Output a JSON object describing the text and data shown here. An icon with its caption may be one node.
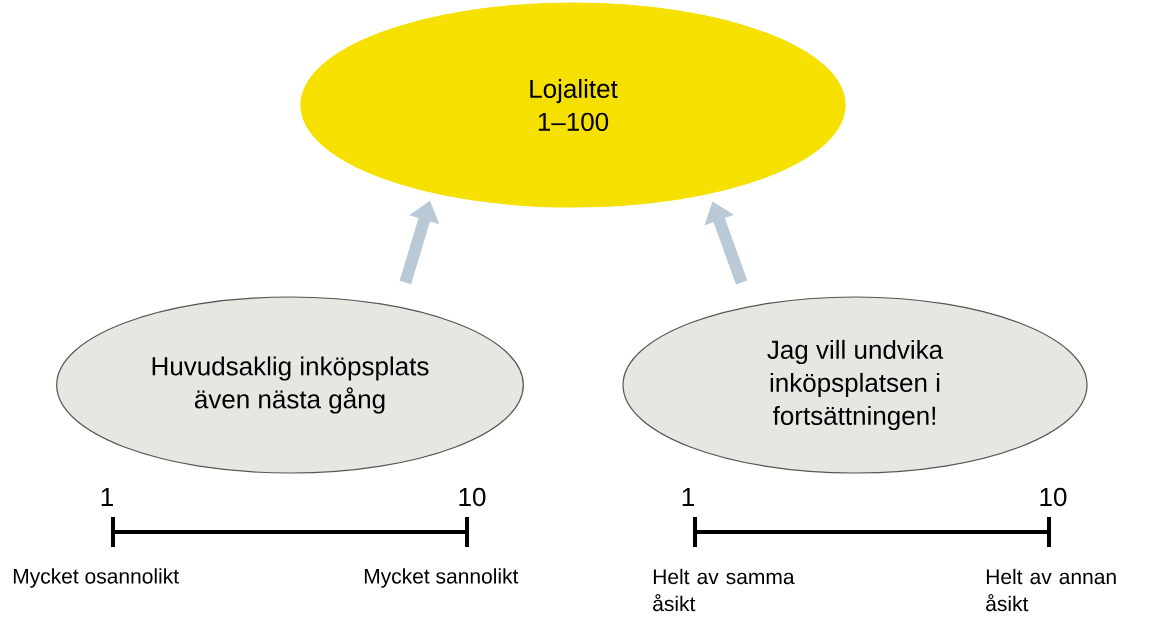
{
  "diagram": {
    "nodes": [
      {
        "text": [
          "Lojalitet",
          "1–100"
        ]
      },
      {
        "text": [
          "Huvudsaklig inköpsplats även nästa gång"
        ]
      },
      {
        "text": [
          "Jag vill undvika inköpsplatsen i fortsättningen!"
        ]
      }
    ],
    "edges": [
      {
        "from": 1,
        "to": 0,
        "arrow": "to"
      },
      {
        "from": 2,
        "to": 0,
        "arrow": "to"
      }
    ],
    "labels": [
      "1",
      "10",
      "1",
      "10",
      "Mycket osannolikt",
      "Mycket sannolikt",
      "Helt av samma åsikt",
      "Helt av annan åsikt"
    ]
  }
}
